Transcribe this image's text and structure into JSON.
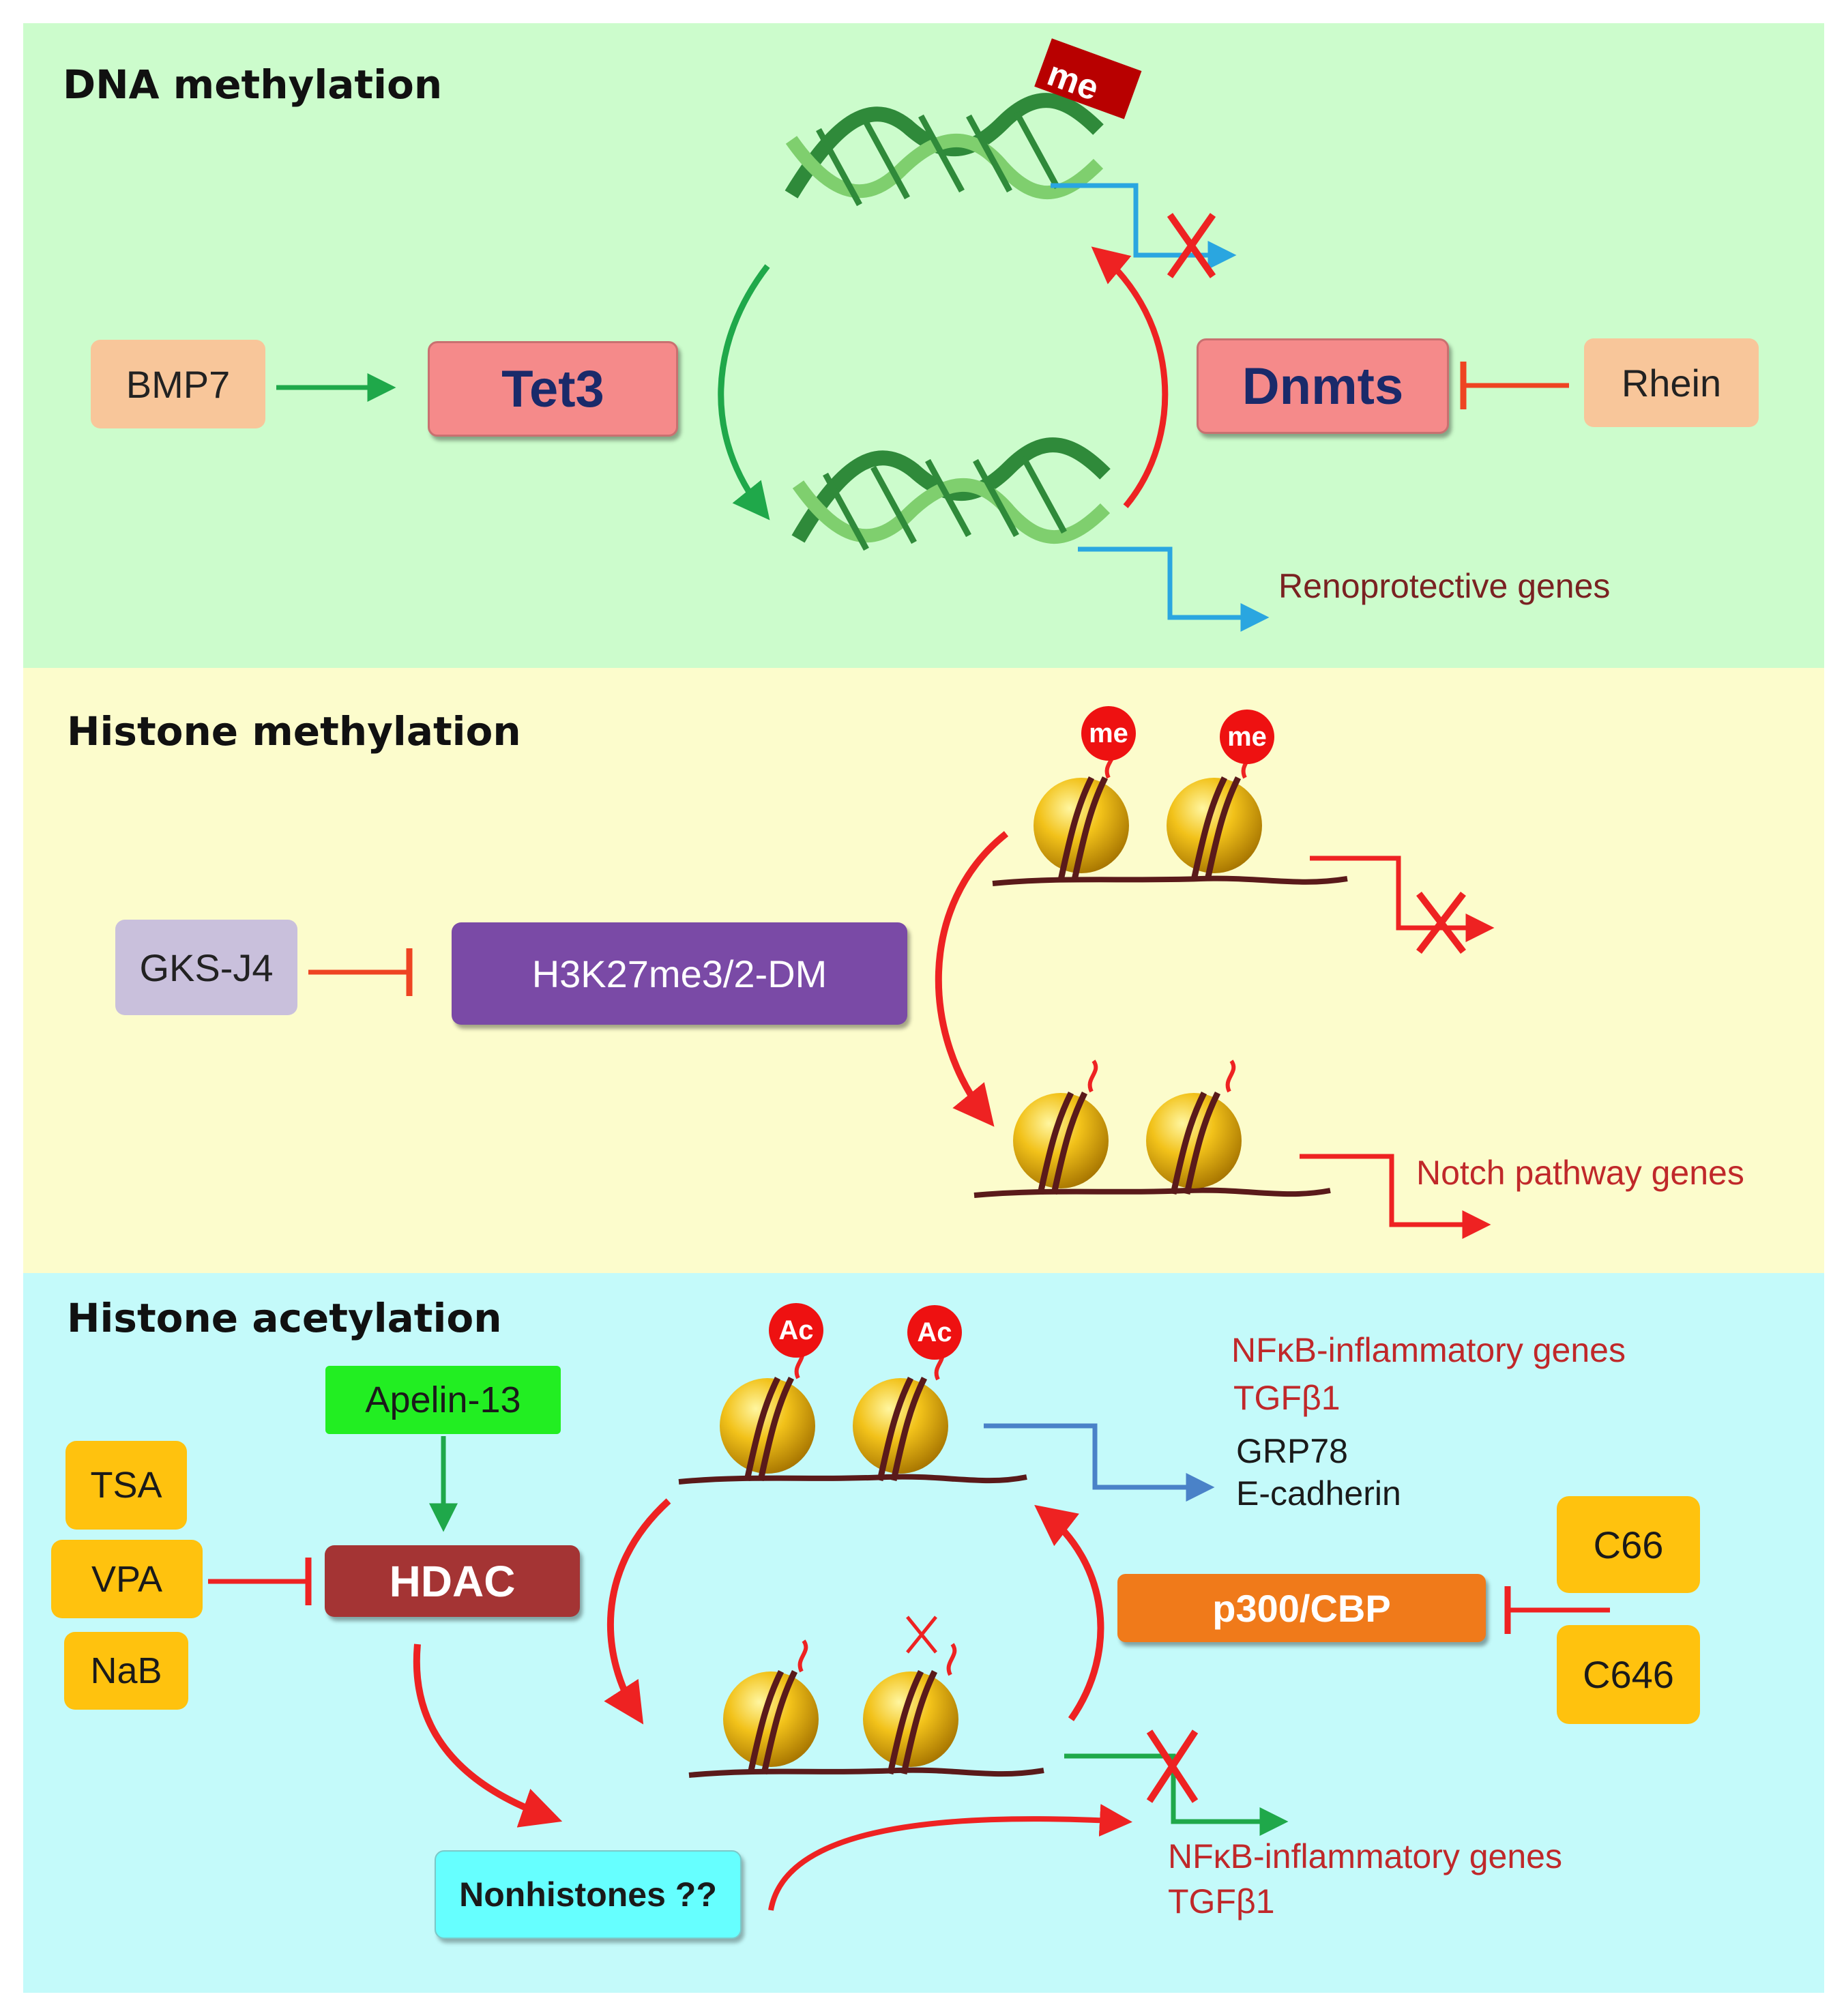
{
  "dna_panel": {
    "title": "DNA methylation",
    "bmp7": "BMP7",
    "tet3": "Tet3",
    "dnmts": "Dnmts",
    "rhein": "Rhein",
    "me_tag": "me",
    "renoprotective": "Renoprotective genes"
  },
  "histone_methylation_panel": {
    "title": "Histone methylation",
    "gks": "GKS-J4",
    "h3k27": "H3K27me3/2-DM",
    "me_tag_1": "me",
    "me_tag_2": "me",
    "notch": "Notch  pathway genes"
  },
  "histone_acetylation_panel": {
    "title": "Histone acetylation",
    "apelin": "Apelin-13",
    "tsa": "TSA",
    "vpa": "VPA",
    "nab": "NaB",
    "hdac": "HDAC",
    "ac_tag_1": "Ac",
    "ac_tag_2": "Ac",
    "nfkb_top": "NFκB-inflammatory genes",
    "tgfb_top": "TGFβ1",
    "grp78": "GRP78",
    "ecadherin": "E-cadherin",
    "p300": "p300/CBP",
    "c66": "C66",
    "c646": "C646",
    "nonhistones": "Nonhistones ??",
    "nfkb_bottom": "NFκB-inflammatory genes",
    "tgfb_bottom": "TGFβ1"
  },
  "colors": {
    "dna_bg": "#ccfccc",
    "histone_methylation_bg": "#fcfccc",
    "histone_acetylation_bg": "#c4fafa",
    "activation_green": "#1fa84a",
    "inhibition_red": "#ee2222",
    "expression_blue": "#2aa6e0",
    "gene_text_red": "#c0282a"
  }
}
